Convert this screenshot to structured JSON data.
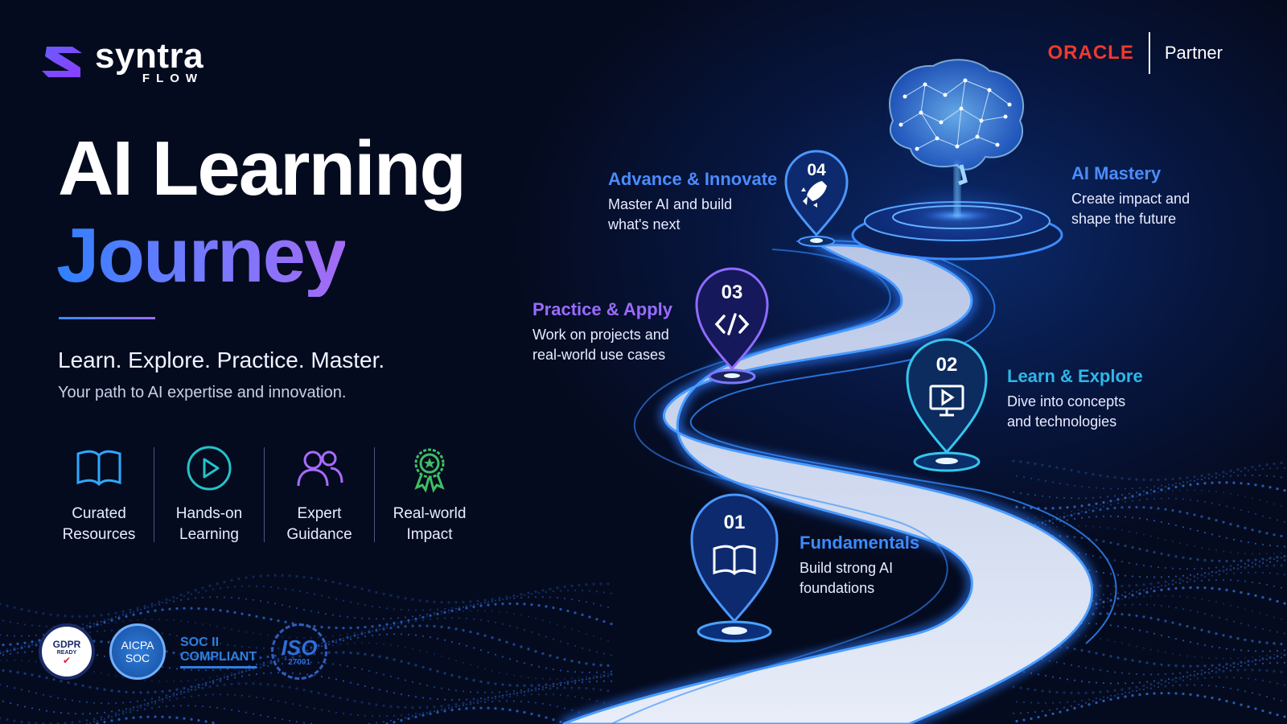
{
  "brand": {
    "name": "syntra",
    "sub": "FLOW"
  },
  "partner": {
    "oracle": "ORACLE",
    "label": "Partner"
  },
  "hero": {
    "title_line1": "AI Learning",
    "title_line2": "Journey",
    "tagline": "Learn. Explore. Practice. Master.",
    "subtitle": "Your path to AI expertise and innovation."
  },
  "features": [
    {
      "label": "Curated\nResources",
      "icon": "book-icon"
    },
    {
      "label": "Hands-on\nLearning",
      "icon": "play-circle-icon"
    },
    {
      "label": "Expert\nGuidance",
      "icon": "users-icon"
    },
    {
      "label": "Real-world\nImpact",
      "icon": "award-icon"
    }
  ],
  "steps": [
    {
      "num": "01",
      "title": "Fundamentals",
      "desc": "Build strong AI\nfoundations",
      "icon": "book-icon",
      "color": "#3d8bff"
    },
    {
      "num": "02",
      "title": "Learn & Explore",
      "desc": "Dive into concepts\nand technologies",
      "icon": "monitor-play-icon",
      "color": "#2fb7e8"
    },
    {
      "num": "03",
      "title": "Practice & Apply",
      "desc": "Work on projects and\nreal-world use cases",
      "icon": "code-icon",
      "color": "#9a6bff"
    },
    {
      "num": "04",
      "title": "Advance & Innovate",
      "desc": "Master AI and build\nwhat's next",
      "icon": "rocket-icon",
      "color": "#4b8cff"
    }
  ],
  "mastery": {
    "title": "AI Mastery",
    "desc": "Create impact and\nshape the future",
    "icon": "brain-icon"
  },
  "badges": {
    "gdpr": "GDPR",
    "gdpr_sub": "READY",
    "aicpa_line1": "AICPA",
    "aicpa_line2": "SOC",
    "soc_line1": "SOC II",
    "soc_line2": "COMPLIANT",
    "iso": "ISO",
    "iso_num": "27001"
  }
}
